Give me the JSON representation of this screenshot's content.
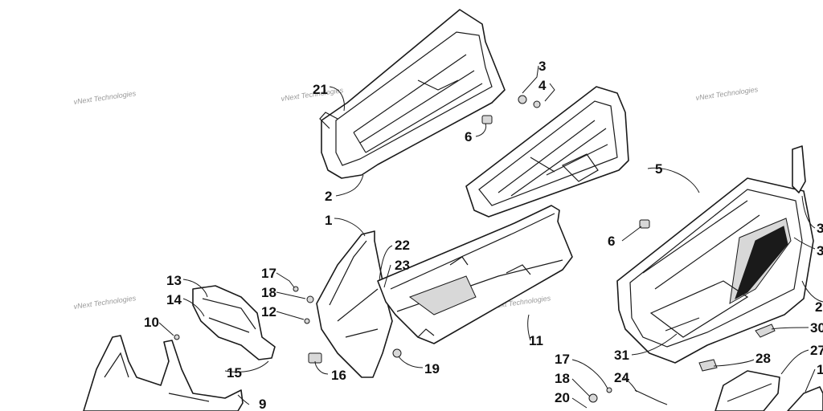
{
  "watermarks": [
    {
      "text": "vNext Technologies"
    },
    {
      "text": "vNext Technologies"
    },
    {
      "text": "vNext Technologies"
    },
    {
      "text": "vNext Technologies"
    },
    {
      "text": "vNext Technologies"
    }
  ],
  "callouts": [
    {
      "label": "21"
    },
    {
      "label": "3"
    },
    {
      "label": "4"
    },
    {
      "label": "6"
    },
    {
      "label": "2"
    },
    {
      "label": "5"
    },
    {
      "label": "1"
    },
    {
      "label": "22"
    },
    {
      "label": "23"
    },
    {
      "label": "17"
    },
    {
      "label": "18"
    },
    {
      "label": "12"
    },
    {
      "label": "13"
    },
    {
      "label": "14"
    },
    {
      "label": "10"
    },
    {
      "label": "15"
    },
    {
      "label": "16"
    },
    {
      "label": "19"
    },
    {
      "label": "11"
    },
    {
      "label": "9"
    },
    {
      "label": "6"
    },
    {
      "label": "17"
    },
    {
      "label": "18"
    },
    {
      "label": "20"
    },
    {
      "label": "24"
    },
    {
      "label": "31"
    },
    {
      "label": "30"
    },
    {
      "label": "28"
    },
    {
      "label": "27"
    },
    {
      "label": "2"
    },
    {
      "label": "3"
    },
    {
      "label": "3"
    },
    {
      "label": "1"
    }
  ]
}
